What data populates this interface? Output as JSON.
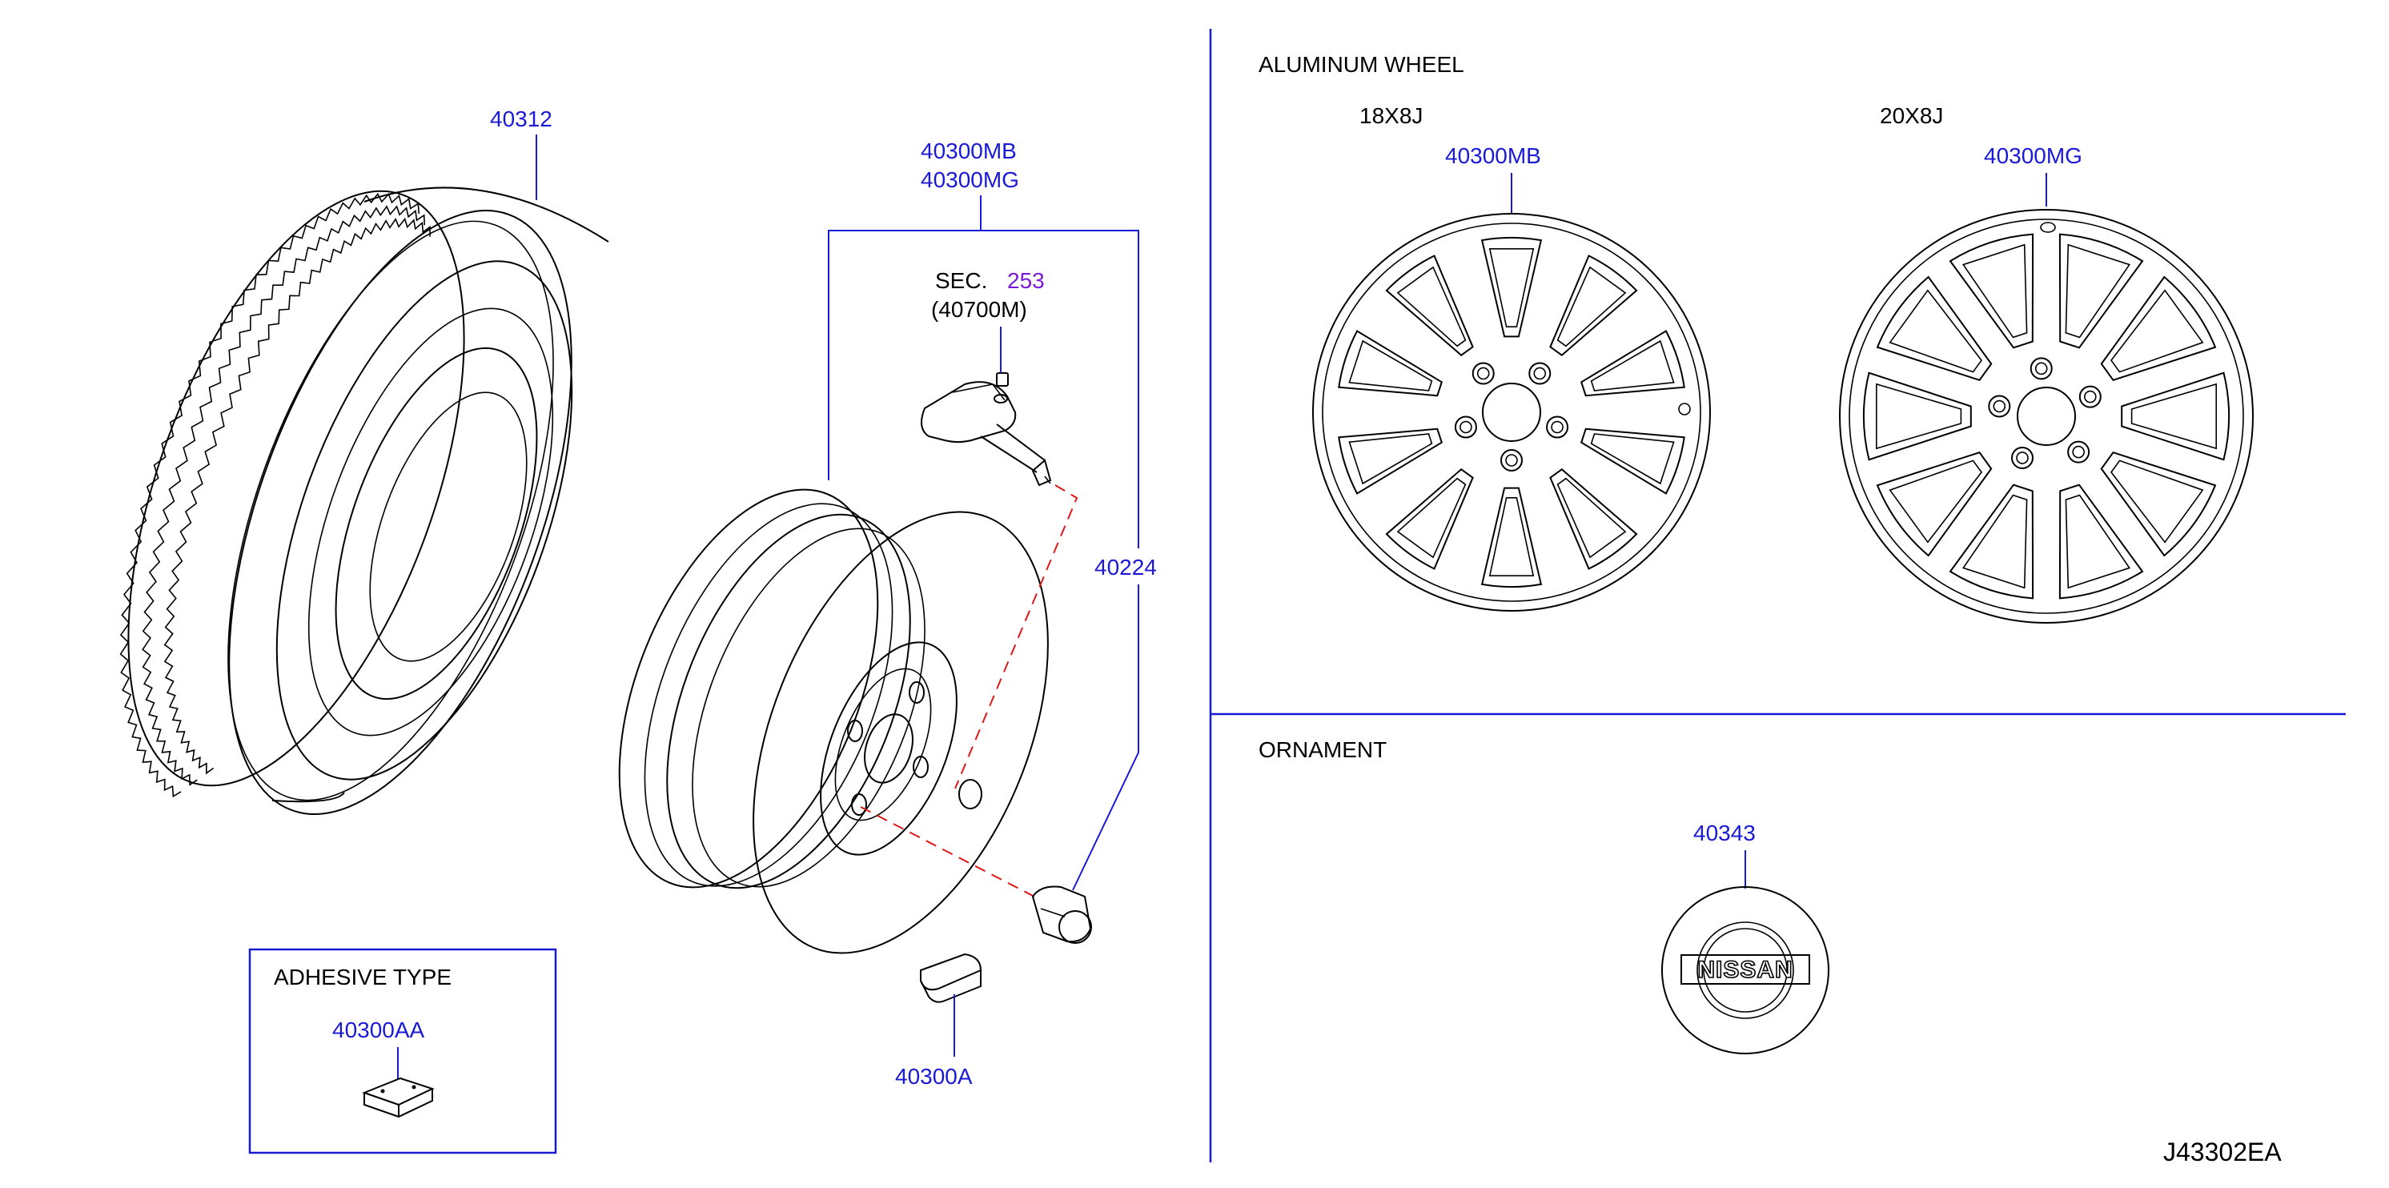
{
  "colors": {
    "ink": "#000000",
    "part_number": "#1a1ad6",
    "section_ref": "#7a1ad6",
    "leader": "#1a1ad6",
    "dashed": "#e01818"
  },
  "labels": {
    "tire": "40312",
    "wheel_mb": "40300MB",
    "wheel_mg": "40300MG",
    "sec_prefix": "SEC.",
    "sec_number": "253",
    "sensor": "(40700M)",
    "nut": "40224",
    "weight_clip": "40300A",
    "adhesive_title": "ADHESIVE   TYPE",
    "adhesive_part": "40300AA",
    "aluminum_title": "ALUMINUM   WHEEL",
    "size_18": "18X8J",
    "size_18_part": "40300MB",
    "size_20": "20X8J",
    "size_20_part": "40300MG",
    "ornament_title": "ORNAMENT",
    "ornament_part": "40343",
    "ornament_logo": "NISSAN",
    "diagram_code": "J43302EA"
  }
}
